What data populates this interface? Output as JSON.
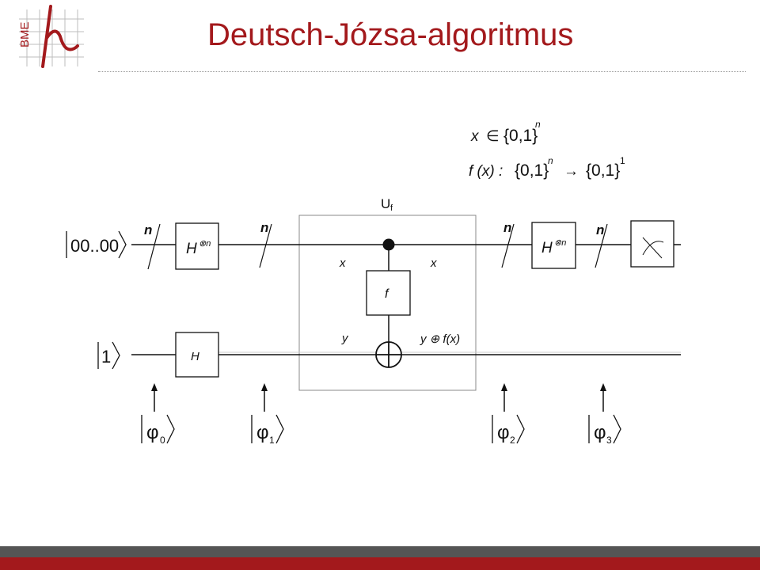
{
  "header": {
    "logo_text": "BME",
    "title": "Deutsch-Józsa-algoritmus"
  },
  "formulas": {
    "line1": {
      "var": "x",
      "rel": "∈",
      "set": "{0,1}",
      "exp": "n"
    },
    "line2": {
      "func": "f (x) :",
      "domain": "{0,1}",
      "domain_exp": "n",
      "arrow": "→",
      "codomain": "{0,1}",
      "codomain_exp": "1"
    }
  },
  "circuit": {
    "input_top": "00..00",
    "input_bottom": "1",
    "wire_label_n": "n",
    "uf_label": {
      "main": "U",
      "sub": "f"
    },
    "gate_hn": {
      "main": "H",
      "sup": "⊗n"
    },
    "gate_h": "H",
    "gate_f": "f",
    "label_x": "x",
    "label_y": "y",
    "label_y_out": "y ⊕ f(x)",
    "states": [
      {
        "main": "φ",
        "sub": "0"
      },
      {
        "main": "φ",
        "sub": "1"
      },
      {
        "main": "φ",
        "sub": "2"
      },
      {
        "main": "φ",
        "sub": "3"
      }
    ]
  },
  "colors": {
    "title": "#a3191c",
    "footer_gray": "#555555",
    "footer_red": "#a3191c",
    "logo_red": "#a3191c"
  }
}
